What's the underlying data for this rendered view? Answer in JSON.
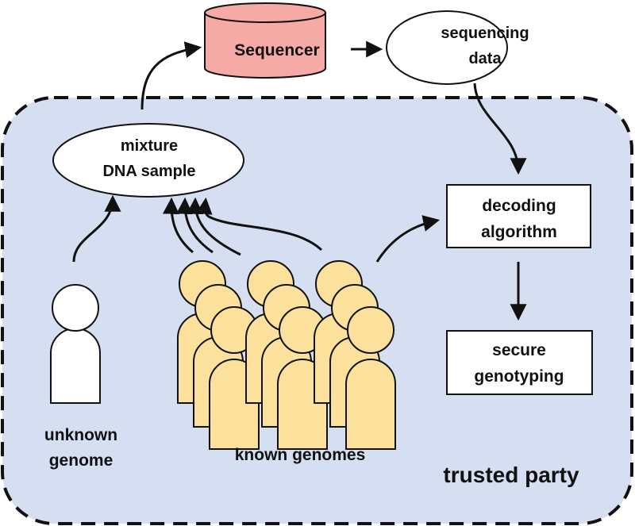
{
  "nodes": {
    "sequencer": "Sequencer",
    "sequencing_data": [
      "sequencing",
      "data"
    ],
    "mixture_sample": [
      "mixture",
      "DNA sample"
    ],
    "decoding_algorithm": [
      "decoding",
      "algorithm"
    ],
    "secure_genotyping": [
      "secure",
      "genotyping"
    ]
  },
  "labels": {
    "unknown_genome": [
      "unknown",
      "genome"
    ],
    "known_genomes": "known genomes",
    "trusted_party": "trusted party"
  },
  "colors": {
    "trusted_region_fill": "#d6dff1",
    "sequencer_fill": "#f6aaa5",
    "known_person_fill": "#fbe19c",
    "unknown_person_fill": "#ffffff",
    "stroke": "#111111"
  }
}
